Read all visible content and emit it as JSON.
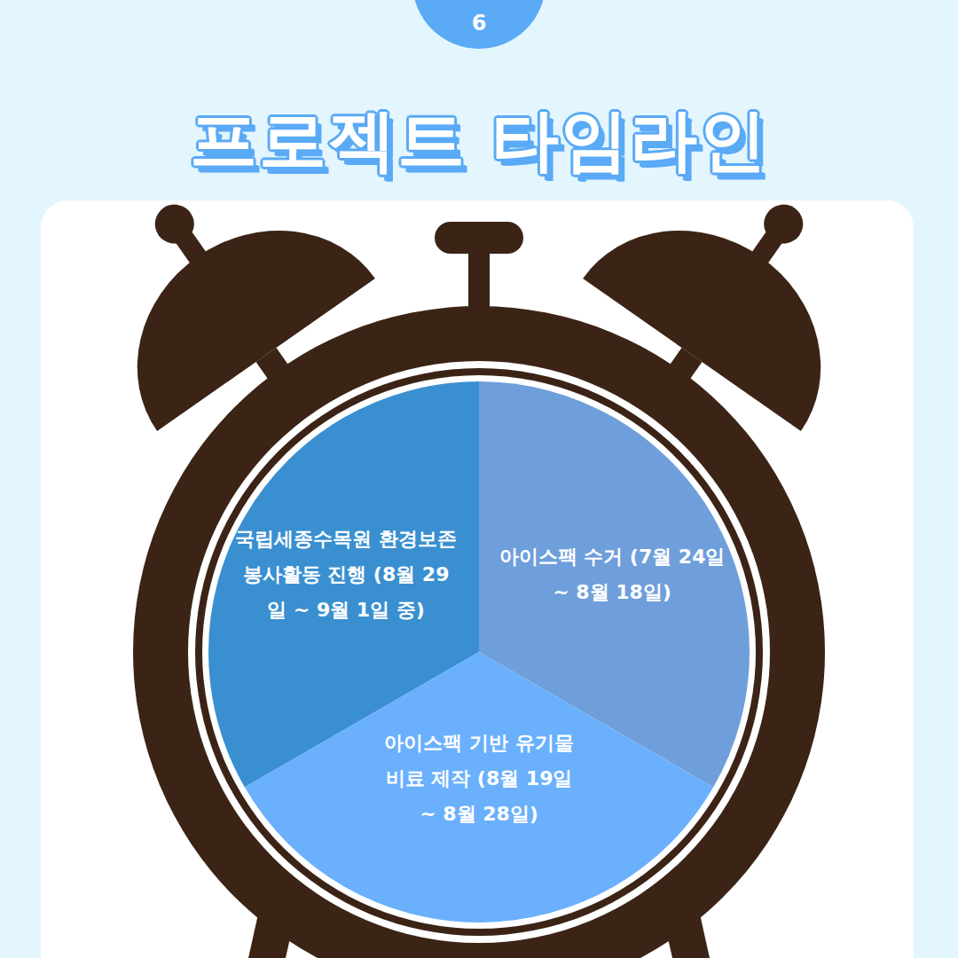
{
  "diagram": {
    "title": "프로젝트 타임라인",
    "nodes": [
      {
        "text": [
          "국립세종수목원 환경보존 봉사활동 진행 (8월 29일 ~ 9월 1일 중)"
        ]
      },
      {
        "text": [
          "아이스팩 수거 (7월 24일 ~ 8월 18일)"
        ]
      },
      {
        "text": [
          "아이스팩 기반 유기물 비료 제작 (8월 19일 ~ 8월 28일)"
        ]
      }
    ],
    "labels": [
      "6"
    ]
  }
}
